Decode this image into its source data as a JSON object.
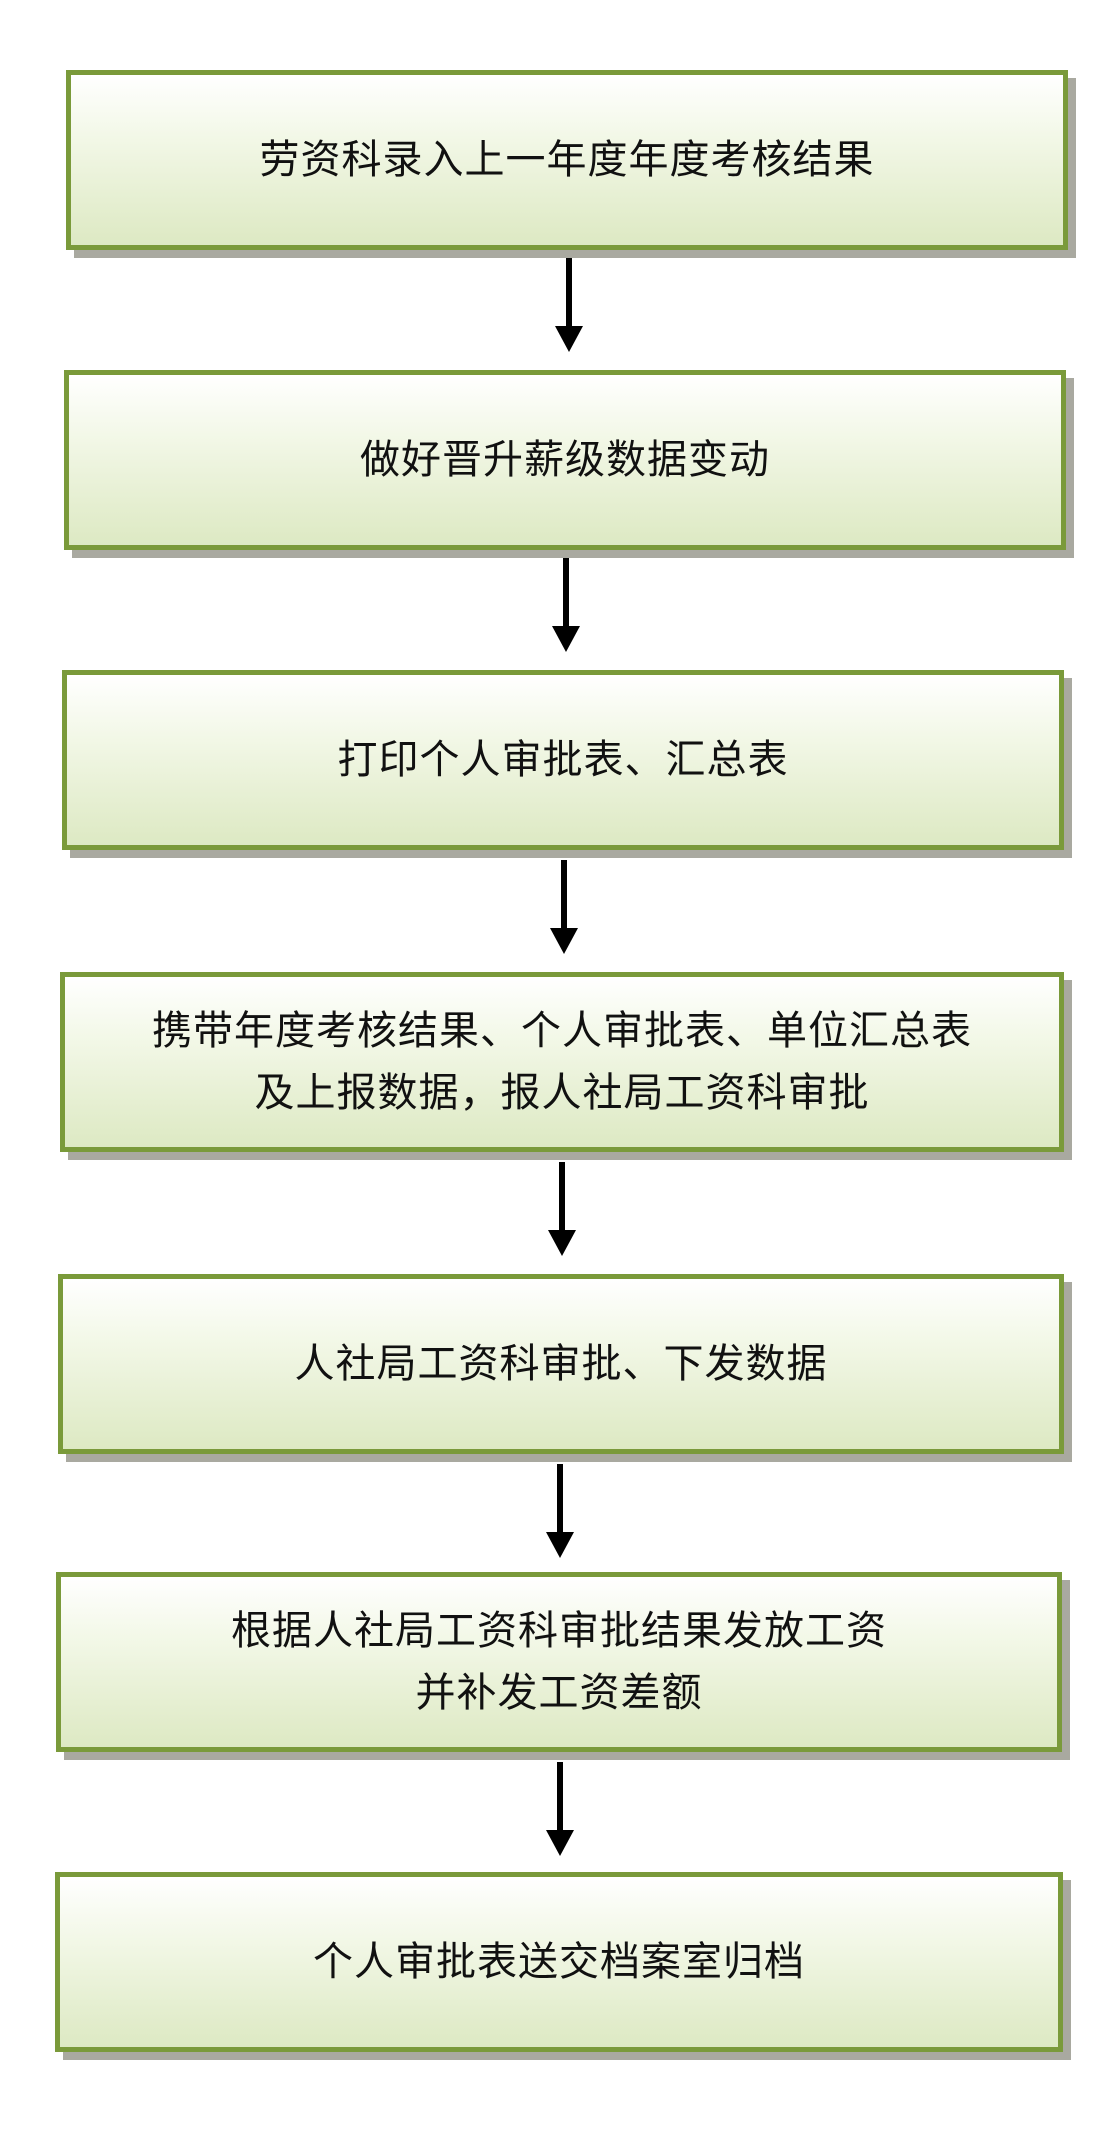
{
  "flowchart": {
    "steps": [
      {
        "lines": [
          "劳资科录入上一年度年度考核结果"
        ]
      },
      {
        "lines": [
          "做好晋升薪级数据变动"
        ]
      },
      {
        "lines": [
          "打印个人审批表、汇总表"
        ]
      },
      {
        "lines": [
          "携带年度考核结果、个人审批表、单位汇总表",
          "及上报数据，报人社局工资科审批"
        ]
      },
      {
        "lines": [
          "人社局工资科审批、下发数据"
        ]
      },
      {
        "lines": [
          "根据人社局工资科审批结果发放工资",
          "并补发工资差额"
        ]
      },
      {
        "lines": [
          "个人审批表送交档案室归档"
        ]
      }
    ],
    "colors": {
      "box_border": "#7a9a3a",
      "box_fill_top": "#ffffff",
      "box_fill_bottom": "#dde9c3",
      "shadow": "#a9a9a0",
      "arrow": "#000000",
      "text": "#111111"
    }
  }
}
